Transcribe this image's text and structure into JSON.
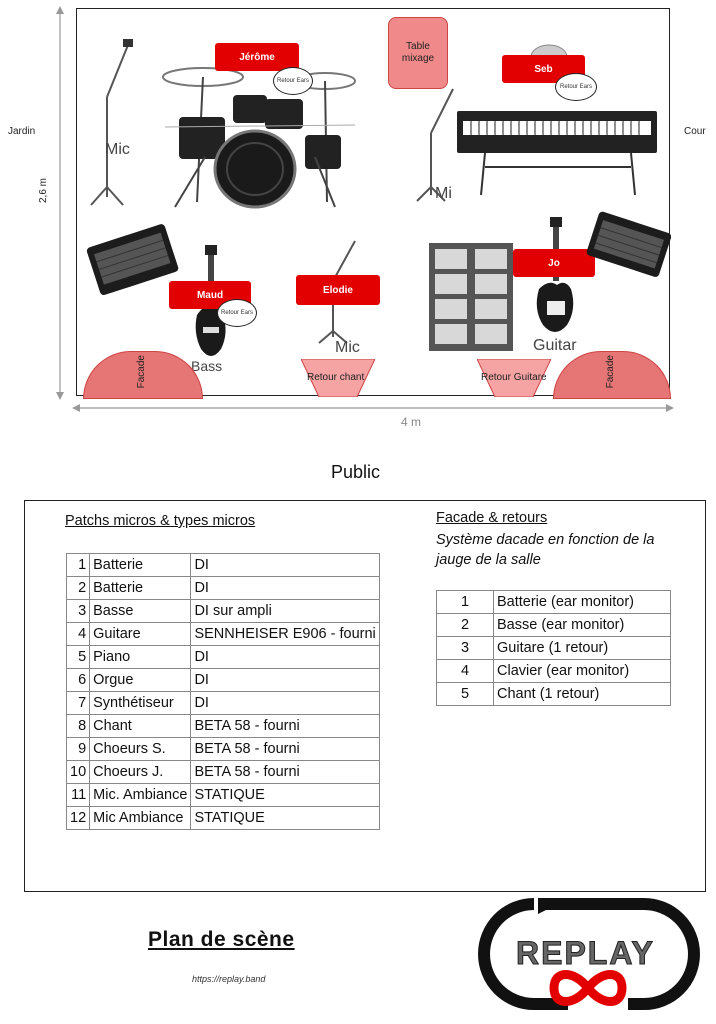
{
  "stage": {
    "jardin": "Jardin",
    "cour": "Cour",
    "height_dim": "2,6 m",
    "width_dim": "4 m",
    "public": "Public",
    "mixing": "Table mixage",
    "musicians": [
      {
        "name": "Jérôme",
        "ears": "Retour Ears"
      },
      {
        "name": "Seb",
        "ears": "Retour Ears"
      },
      {
        "name": "Maud",
        "ears": "Retour Ears"
      },
      {
        "name": "Elodie"
      },
      {
        "name": "Jo"
      }
    ],
    "mic_labels": [
      "Mic",
      "Mi",
      "Mic"
    ],
    "bass_label": "Bass",
    "guitar_label": "Guitar",
    "facade": "Facade",
    "retour_chant": "Retour chant",
    "retour_guitare": "Retour Guitare"
  },
  "patch": {
    "title": "Patchs micros & types micros",
    "rows": [
      [
        "1",
        "Batterie",
        "DI"
      ],
      [
        "2",
        "Batterie",
        "DI"
      ],
      [
        "3",
        "Basse",
        "DI sur ampli"
      ],
      [
        "4",
        "Guitare",
        "SENNHEISER E906 - fourni"
      ],
      [
        "5",
        "Piano",
        "DI"
      ],
      [
        "6",
        "Orgue",
        "DI"
      ],
      [
        "7",
        "Synthétiseur",
        "DI"
      ],
      [
        "8",
        "Chant",
        "BETA 58 - fourni"
      ],
      [
        "9",
        "Choeurs S.",
        "BETA 58 - fourni"
      ],
      [
        "10",
        "Choeurs J.",
        "BETA 58 - fourni"
      ],
      [
        "11",
        "Mic. Ambiance",
        "STATIQUE"
      ],
      [
        "12",
        "Mic Ambiance",
        "STATIQUE"
      ]
    ]
  },
  "retours": {
    "title": "Facade & retours",
    "subtitle": "Système dacade en fonction de la jauge de la salle",
    "rows": [
      [
        "1",
        "Batterie (ear monitor)"
      ],
      [
        "2",
        "Basse (ear monitor)"
      ],
      [
        "3",
        "Guitare (1 retour)"
      ],
      [
        "4",
        "Clavier (ear monitor)"
      ],
      [
        "5",
        "Chant (1 retour)"
      ]
    ]
  },
  "footer": {
    "title": "Plan de scène",
    "url": "https://replay.band",
    "logo_text": "REPLAY"
  },
  "colors": {
    "accent": "#e30000",
    "retour": "#f08a8a"
  }
}
